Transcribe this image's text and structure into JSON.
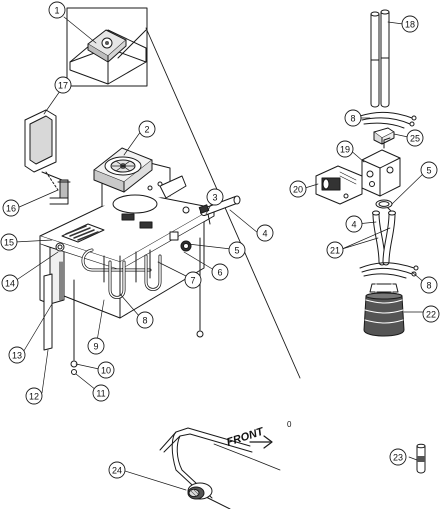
{
  "diagram": {
    "callouts": [
      {
        "id": "1",
        "label": "1"
      },
      {
        "id": "2",
        "label": "2"
      },
      {
        "id": "3",
        "label": "3"
      },
      {
        "id": "4a",
        "label": "4"
      },
      {
        "id": "4b",
        "label": "4"
      },
      {
        "id": "5a",
        "label": "5"
      },
      {
        "id": "5b",
        "label": "5"
      },
      {
        "id": "6",
        "label": "6"
      },
      {
        "id": "7",
        "label": "7"
      },
      {
        "id": "8a",
        "label": "8"
      },
      {
        "id": "8b",
        "label": "8"
      },
      {
        "id": "8c",
        "label": "8"
      },
      {
        "id": "9",
        "label": "9"
      },
      {
        "id": "10",
        "label": "10"
      },
      {
        "id": "11",
        "label": "11"
      },
      {
        "id": "12",
        "label": "12"
      },
      {
        "id": "13",
        "label": "13"
      },
      {
        "id": "14",
        "label": "14"
      },
      {
        "id": "15",
        "label": "15"
      },
      {
        "id": "16",
        "label": "16"
      },
      {
        "id": "17",
        "label": "17"
      },
      {
        "id": "18",
        "label": "18"
      },
      {
        "id": "19",
        "label": "19"
      },
      {
        "id": "20",
        "label": "20"
      },
      {
        "id": "21",
        "label": "21"
      },
      {
        "id": "22",
        "label": "22"
      },
      {
        "id": "23",
        "label": "23"
      },
      {
        "id": "24",
        "label": "24"
      },
      {
        "id": "25",
        "label": "25"
      }
    ],
    "front_label": "FRONT",
    "stray_mark": "0",
    "colors": {
      "line": "#1a1a1a",
      "fill": "#ffffff",
      "shade": "#cfcfcf",
      "dark": "#4a4a4a"
    }
  }
}
